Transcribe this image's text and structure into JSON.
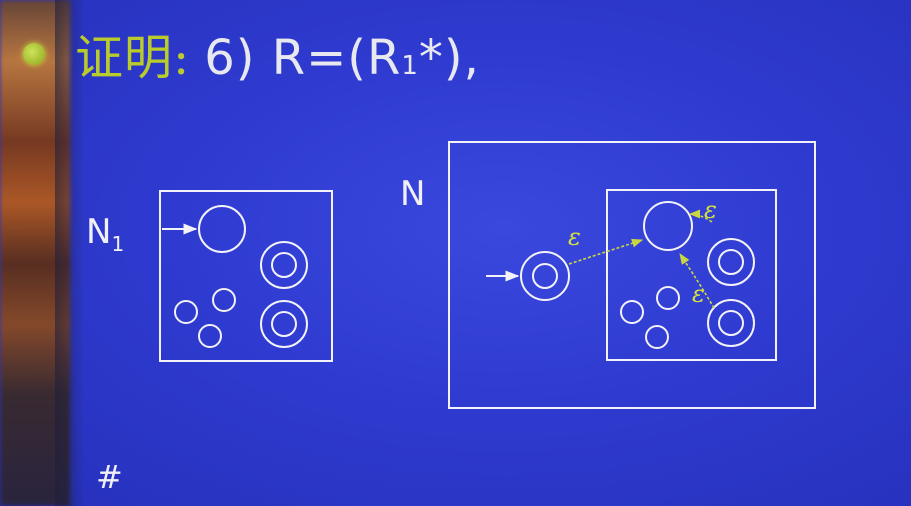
{
  "slide": {
    "title_zh": "证明:",
    "title_num": "6) R=(R",
    "title_sub": "1",
    "title_end": "*),",
    "label_n1_main": "N",
    "label_n1_sub": "1",
    "label_n": "N",
    "footer_mark": "#",
    "epsilon": "ε"
  },
  "colors": {
    "background": "#2f3bd0",
    "accent": "#b9cc2c",
    "stroke": "#f2f2f8"
  }
}
